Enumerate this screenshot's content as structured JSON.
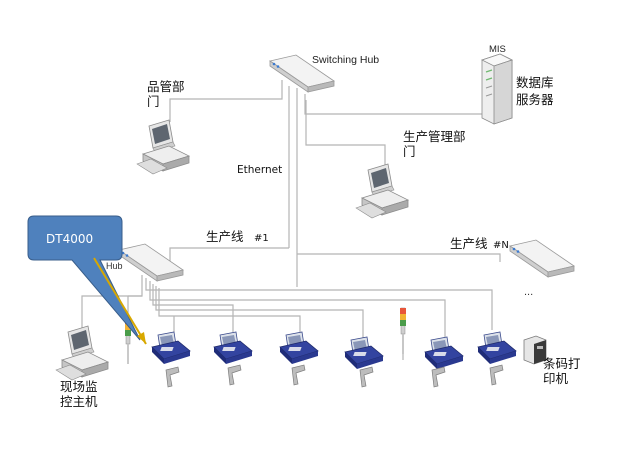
{
  "labels": {
    "switching_hub": "Switching Hub",
    "mis": "MIS",
    "db_server_line1": "数据库",
    "db_server_line2": "服务器",
    "qc_dept_line1": "品管部",
    "qc_dept_line2": "门",
    "ethernet": "Ethernet",
    "prod_mgmt_line1": "生产管理部",
    "prod_mgmt_line2": "门",
    "line1_text": "生产线",
    "line1_num": "#1",
    "lineN_text": "生产线",
    "lineN_num": "#N",
    "hub": "Hub",
    "ellipsis": "...",
    "callout": "DT4000",
    "monitor_host_line1": "现场监",
    "monitor_host_line2": "控主机",
    "barcode_printer_line1": "条码打",
    "barcode_printer_line2": "印机"
  },
  "colors": {
    "line": "#b5b5b5",
    "hub_body": "#e4e4e4",
    "device_blue": "#2c3f8f",
    "callout_fill": "#4f81bd",
    "callout_stroke": "#385d8a",
    "arrow": "#d8a800"
  },
  "icons": {
    "switching_hub": "network-switch-icon",
    "server": "server-rack-icon",
    "workstation": "desktop-computer-icon",
    "line_hub": "network-hub-icon",
    "terminal": "production-terminal-icon",
    "scanner": "barcode-scanner-icon",
    "signal_tower": "signal-tower-light-icon",
    "printer": "barcode-printer-icon"
  }
}
